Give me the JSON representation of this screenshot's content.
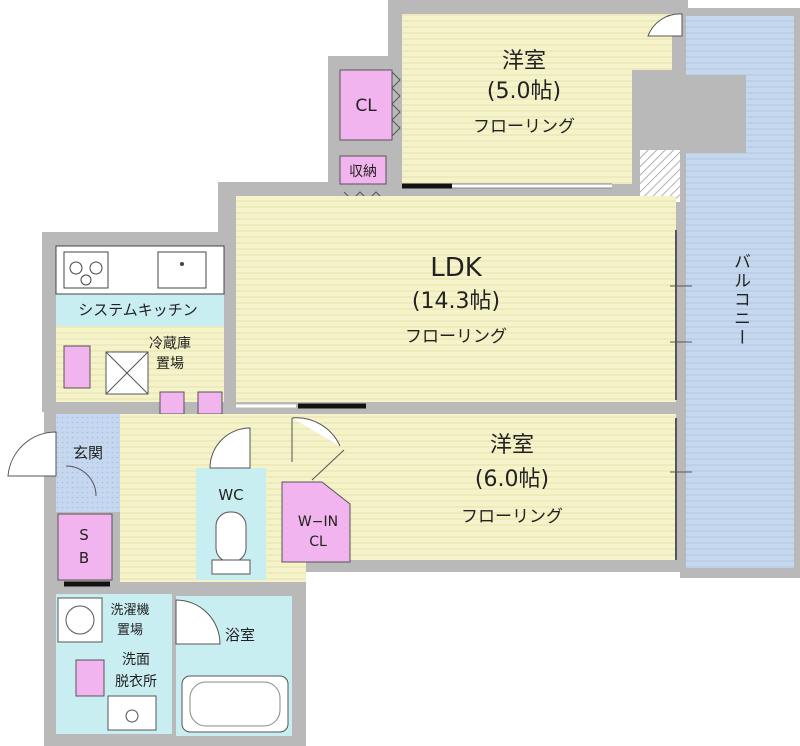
{
  "rooms": {
    "western_north": {
      "name": "洋室",
      "size": "(5.0帖)",
      "floor": "フローリング"
    },
    "ldk": {
      "name": "LDK",
      "size": "(14.3帖)",
      "floor": "フローリング"
    },
    "western_south": {
      "name": "洋室",
      "size": "(6.0帖)",
      "floor": "フローリング"
    },
    "closet": "CL",
    "storage": "収納",
    "kitchen": "システムキッチン",
    "fridge_line1": "冷蔵庫",
    "fridge_line2": "置場",
    "entrance": "玄関",
    "shoe_box_1": "S",
    "shoe_box_2": "B",
    "wc": "WC",
    "walkin_line1": "W−IN",
    "walkin_line2": "CL",
    "washer_line1": "洗濯機",
    "washer_line2": "置場",
    "bath": "浴室",
    "washroom_line1": "洗面",
    "washroom_line2": "脱衣所",
    "balcony": "バルコニー"
  },
  "colors": {
    "floor_wood": "#f5f3c9",
    "wet_area": "#c9eef2",
    "storage": "#f2b4ee",
    "tile": "#c6d8f0",
    "balcony": "#c6d8ee",
    "wall": "#b9b9b9"
  }
}
